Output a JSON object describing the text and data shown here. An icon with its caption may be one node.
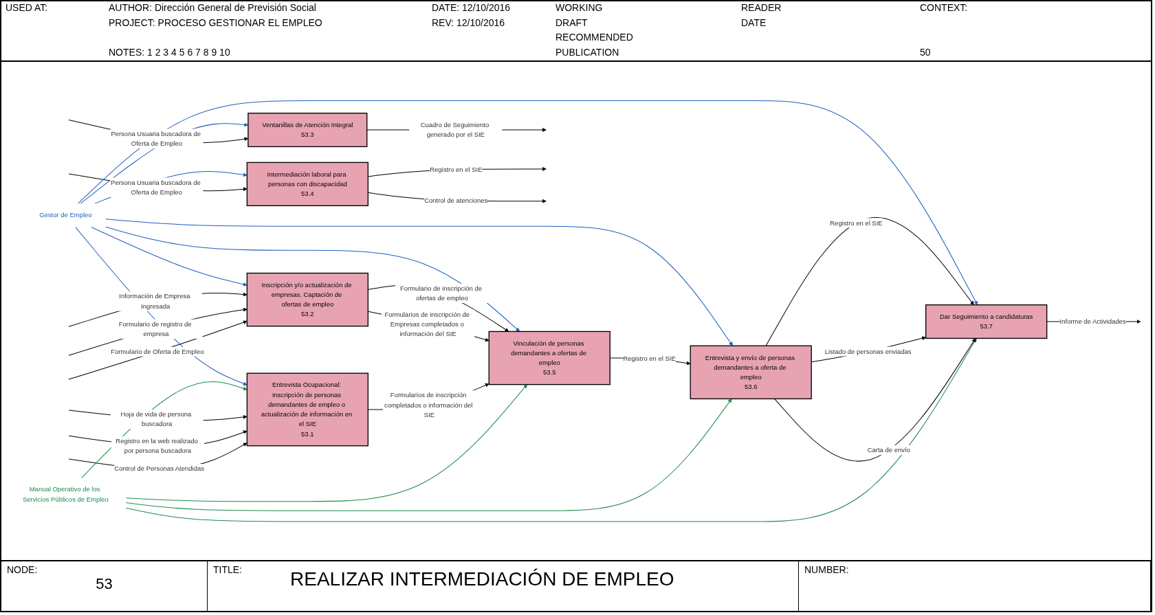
{
  "diagram": {
    "title": "REALIZAR INTERMEDIACIÓN DE EMPLEO",
    "nodes": [
      {
        "text": [
          "Manual Operativo de los Servicios Públicos de Empleo"
        ]
      },
      {
        "text": [
          "Entrevista Ocupacional: Inscripción de personas demandantes de empleo o actualización de información en el SIE",
          "53.1"
        ]
      },
      {
        "text": [
          "Inscripción y/o actualización de empresas. Captación de ofertas de empleo",
          "53.2"
        ]
      },
      {
        "text": [
          "Ventanillas de Atención Integral",
          "53.3"
        ]
      },
      {
        "text": [
          "Intermediación laboral para personas con discapacidad",
          "53.4"
        ]
      },
      {
        "text": [
          "Vinculación de personas demandantes a ofertas de empleo",
          "53.5"
        ]
      },
      {
        "text": [
          "Entrevista y envío de personas demandantes a oferta de empleo",
          "53.6"
        ]
      },
      {
        "text": [
          "Dar Seguimiento a candidaturas",
          "53.7"
        ]
      },
      {
        "text": [
          "Gestor de Empleo"
        ]
      }
    ],
    "edges": [
      {
        "from": null,
        "to": 1,
        "arrow": "to",
        "label": "Control de Personas Atendidas"
      },
      {
        "from": null,
        "to": 1,
        "arrow": "to",
        "label": "Registro en la web realizado por persona buscadora"
      },
      {
        "from": null,
        "to": 1,
        "arrow": "to",
        "label": "Hoja de vida de persona buscadora"
      },
      {
        "from": null,
        "to": 2,
        "arrow": "to",
        "label": "Formulario de Oferta de Empleo"
      },
      {
        "from": null,
        "to": 2,
        "arrow": "to",
        "label": "Formulario de registro de empresa"
      },
      {
        "from": null,
        "to": 2,
        "arrow": "to",
        "label": "Información de Empresa Ingresada"
      },
      {
        "from": null,
        "to": 3,
        "arrow": "to",
        "label": "Persona Usuaria buscadora de Oferta de Empleo"
      },
      {
        "from": null,
        "to": 4,
        "arrow": "to",
        "label": "Persona Usuaria buscadora de Oferta de Empleo"
      },
      {
        "from": 0,
        "to": 1,
        "arrow": "to",
        "color": "#1f8a4c"
      },
      {
        "from": 0,
        "to": 5,
        "arrow": "to",
        "color": "#1f8a4c"
      },
      {
        "from": 0,
        "to": 6,
        "arrow": "to",
        "color": "#1f8a4c"
      },
      {
        "from": 0,
        "to": 7,
        "arrow": "to",
        "color": "#1f8a4c"
      },
      {
        "from": 1,
        "to": 5,
        "arrow": "to",
        "label": "Formularios de inscripción completados o información del SIE"
      },
      {
        "from": 2,
        "to": 5,
        "arrow": "to",
        "label": "Formularios de inscripción de Empresas completados o información del SIE"
      },
      {
        "from": 2,
        "to": 5,
        "arrow": "to",
        "label": "Formulario de inscripción de ofertas de empleo"
      },
      {
        "from": 5,
        "to": 6,
        "arrow": "to",
        "label": "Registro en el SIE"
      },
      {
        "from": 6,
        "to": 7,
        "arrow": "to",
        "label": "Carta de envío"
      },
      {
        "from": 6,
        "to": 7,
        "arrow": "to",
        "label": "Listado de personas enviadas"
      },
      {
        "from": 6,
        "to": 7,
        "arrow": "to",
        "label": "Registro en el SIE"
      },
      {
        "from": 7,
        "to": null,
        "arrow": "to",
        "label": "Informe de Actividades"
      },
      {
        "from": 3,
        "to": null,
        "arrow": "to",
        "label": "Cuadro de Seguimiento generado por el SIE"
      },
      {
        "from": 4,
        "to": null,
        "arrow": "to",
        "label": "Registro en el SIE"
      },
      {
        "from": 4,
        "to": null,
        "arrow": "to",
        "label": "Control de atenciones"
      },
      {
        "from": 8,
        "to": 1,
        "arrow": "to",
        "color": "#1f5fbf"
      },
      {
        "from": 8,
        "to": 2,
        "arrow": "to",
        "color": "#1f5fbf"
      },
      {
        "from": 8,
        "to": 3,
        "arrow": "to",
        "color": "#1f5fbf"
      },
      {
        "from": 8,
        "to": 4,
        "arrow": "to",
        "color": "#1f5fbf"
      },
      {
        "from": 8,
        "to": 5,
        "arrow": "to",
        "color": "#1f5fbf"
      },
      {
        "from": 8,
        "to": 6,
        "arrow": "to",
        "color": "#1f5fbf"
      },
      {
        "from": 8,
        "to": 7,
        "arrow": "to",
        "color": "#1f5fbf"
      }
    ],
    "labels": [
      "USED AT:",
      "AUTHOR: Dirección General de Previsión Social",
      "PROJECT: PROCESO GESTIONAR EL EMPLEO",
      "NOTES: 1 2 3 4 5 6 7 8 9 10",
      "DATE: 12/10/2016",
      "REV: 12/10/2016",
      "WORKING",
      "DRAFT",
      "RECOMMENDED",
      "PUBLICATION",
      "READER",
      "DATE",
      "CONTEXT:",
      "50",
      "NODE:",
      "53",
      "TITLE:",
      "NUMBER:"
    ]
  }
}
